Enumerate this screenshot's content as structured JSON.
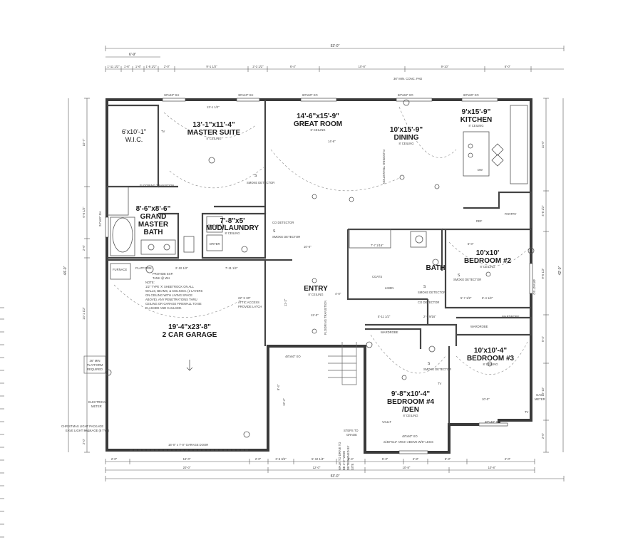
{
  "rooms": {
    "wic": {
      "name": "W.I.C.",
      "size": "6'x10'-1\""
    },
    "master_suite": {
      "name": "MASTER SUITE",
      "size": "13'-1\"x11'-4\"",
      "ceiling": "8' CEILING"
    },
    "great_room": {
      "name": "GREAT ROOM",
      "size": "14'-6\"x15'-9\"",
      "ceiling": "8' CEILING"
    },
    "dining": {
      "name": "DINING",
      "size": "10'x15'-9\"",
      "ceiling": "8' CEILING"
    },
    "kitchen": {
      "name": "KITCHEN",
      "size": "9'x15'-9\"",
      "ceiling": "8' CEILING"
    },
    "master_bath": {
      "name_line1": "GRAND",
      "name_line2": "MASTER",
      "name_line3": "BATH",
      "size": "8'-6\"x8'-6\""
    },
    "mud_laundry": {
      "name": "MUD/LAUNDRY",
      "size": "7'-8\"x5'",
      "ceiling": "8' CEILING"
    },
    "bedroom2": {
      "name": "BEDROOM #2",
      "size": "10'x10'",
      "ceiling": "8' CEILING"
    },
    "bath": {
      "name": "BATH"
    },
    "entry": {
      "name": "ENTRY",
      "ceiling": "8' CEILING"
    },
    "garage": {
      "name": "2 CAR GARAGE",
      "size": "19'-4\"x23'-8\""
    },
    "bedroom3": {
      "name": "BEDROOM #3",
      "size": "10'x10'-4\"",
      "ceiling": "8' CEILING"
    },
    "bedroom4": {
      "name_line1": "BEDROOM #4",
      "name_line2": "/DEN",
      "size": "9'-8\"x10'-4\"",
      "ceiling": "8' CEILING"
    }
  },
  "notes": {
    "garage_note": [
      "NOTE:",
      "1/2\" TYPE 'X' SHEETROCK ON ALL",
      "WALLS, BEAMS, & CEILINGS. (2 LAYERS",
      "ON CEILING WITH LIVING SPACE",
      "ABOVE). ANY PENETRATIONS THRU",
      "CEILING OR GARAGE FIREWALL TO BE",
      "FLASHED AND CAULKED."
    ],
    "provide_exp": "PROVIDE EXP.",
    "tank_wh": "TANK @ WH",
    "attic_access": [
      "22\" X 30\"",
      "ATTIC ACCESS",
      "PROVIDE LATCH"
    ],
    "platform": [
      "36\" MIN",
      "PLATFORM",
      "REQUIRED"
    ],
    "christmas": "CHRISTMAS LIGHT PACKAGE",
    "eave_light": "EAVE LIGHT PACKAGE (8 TYP)",
    "electrical_meter": [
      "ELECTRICAL",
      "METER"
    ],
    "gas_meter": [
      "GAS",
      "METER"
    ],
    "garage_door": "16'-0\" x 7'-0\" GARAGE DOOR",
    "steps_grade": [
      "STEPS TO",
      "GRADE"
    ],
    "walk": [
      "WALK TO DRIVE TO",
      "BE 4'-0\" WIDE",
      "DETERMINED BY",
      "SITE"
    ],
    "arch": "w/48\"X12\" ARCH ABOVE W/6\" LEGS",
    "vault": "VAULT",
    "conc_pad": "36\" MIN. CONC. PAD",
    "flooring_transition": "FLOORING TRANSITION",
    "smoke_detector": "SMOKE DETECTOR",
    "co_detector": "CO DETECTOR",
    "furnace": "FURNACE",
    "platform_small": "PLATFORM",
    "pantry": "PANTRY",
    "ref": "REF",
    "dryer": "DRYER",
    "washer": "WASHER",
    "linen": "LINEN",
    "coats": "COATS",
    "wardrobe": "WARDROBE",
    "tv": "TV",
    "dw": "DW",
    "smoke_s": "S"
  },
  "dimensions": {
    "overall_top": "53'-0\"",
    "overall_bottom": "53'-0\"",
    "overall_right": "42'-0\"",
    "overall_left": "44'-0\"",
    "top_row2": [
      "6'-9\""
    ],
    "top_row3": [
      "1'-11 1/2\"",
      "1'-6\"",
      "1'-6\"",
      "1'-8 1/2\"",
      "2'-0\"",
      "9'-1 1/2\"",
      "2'-3 1/2\"",
      "6'-4\"",
      "10'-8\"",
      "9'-10\"",
      "6'-0\""
    ],
    "bottom_row1": [
      "2'-0\"",
      "16'-0\"",
      "2'-0\"",
      "3'-6 3/4\"",
      "5'-10 1/4\"",
      "2'-4\"",
      "5'-3\"",
      "2'-8\"",
      "5'-3\"",
      "2'-0\""
    ],
    "bottom_row2": [
      "20'-0\"",
      "12'-0\"",
      "10'-8\"",
      "10'-8\""
    ],
    "right_side": [
      "11'-0\"",
      "4'-8 1/2\"",
      "9'-5 1/2\"",
      "5'-4\"",
      "10'-10\"",
      "2'-0\""
    ],
    "left_side": [
      "10'-7\"",
      "6'-5 1/2\"",
      "2'-6\"",
      "14'-1 1/2\"",
      "2'-0\""
    ],
    "window_labels": [
      "36\"x40\" SH",
      "36\"x40\" SH",
      "60\"x60\" XO",
      "60\"x60\" XO",
      "60\"x60\" XO",
      "48\"x60\" XO",
      "48\"x60\" XO",
      "48\"x48\" XO",
      "48\"x60\" XO",
      "24\"x60\" SH"
    ],
    "interior": [
      "13'-1 1/2\"",
      "14'-6\"",
      "10'-0\"",
      "4'-0\"",
      "12'-0\"",
      "11'-2\"",
      "8'-4\"",
      "12'-4\"",
      "7'-11 1/2\"",
      "2'-10 1/2\"",
      "6'-0\"",
      "7'-7 1/16\"",
      "5'-11 1/2\"",
      "6'-4 1/2\"",
      "5'-7 1/2\"",
      "10'-0\"",
      "2'-7 9/16\""
    ]
  }
}
